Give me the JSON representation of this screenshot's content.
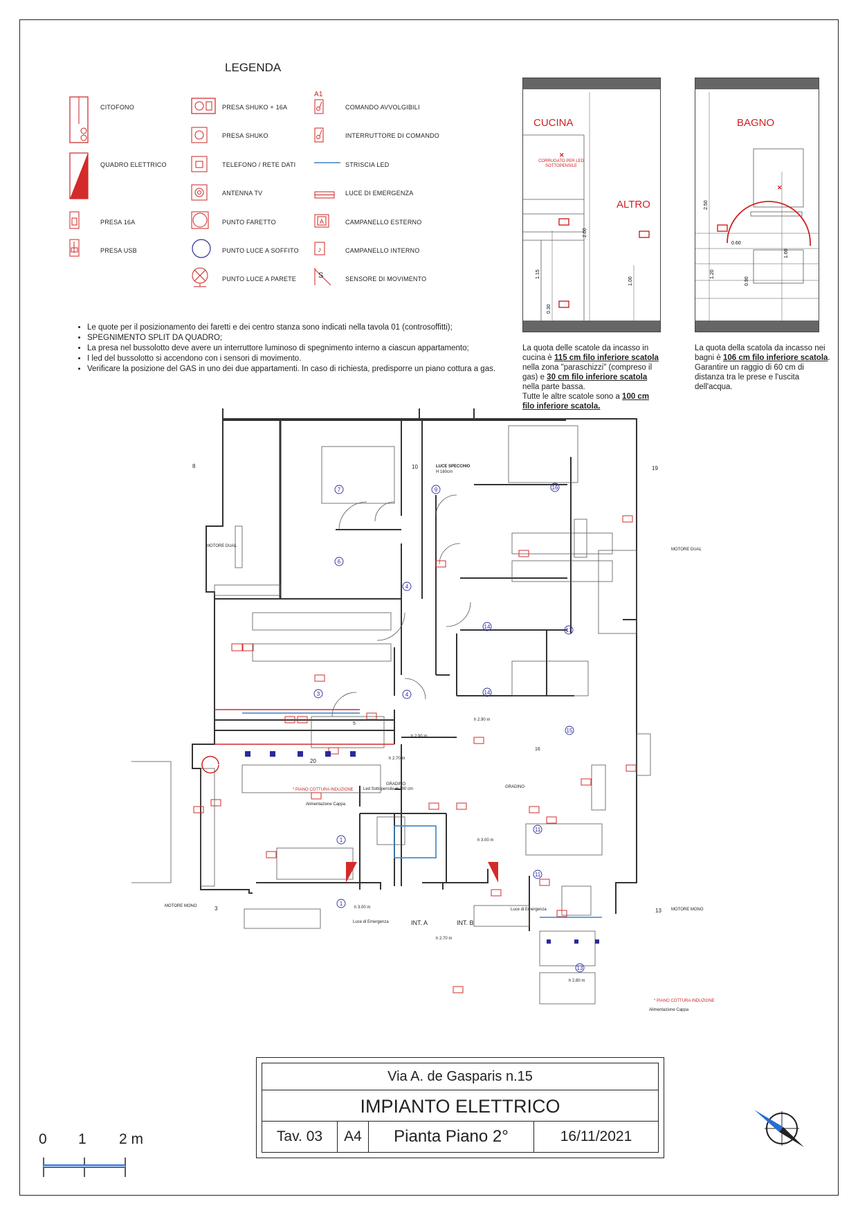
{
  "legend": {
    "title": "LEGENDA",
    "col1": [
      "CITOFONO",
      "QUADRO ELETTRICO",
      "PRESA 16A",
      "PRESA USB"
    ],
    "col2": [
      "PRESA SHUKO + 16A",
      "PRESA SHUKO",
      "TELEFONO / RETE DATI",
      "ANTENNA TV",
      "PUNTO FARETTO",
      "PUNTO LUCE A SOFFITO",
      "PUNTO LUCE A PARETE"
    ],
    "col3": [
      "COMANDO AVVOLGIBILI",
      "INTERRUTTORE DI COMANDO",
      "STRISCIA LED",
      "LUCE DI EMERGENZA",
      "CAMPANELLO ESTERNO",
      "CAMPANELLO INTERNO",
      "SENSORE DI MOVIMENTO"
    ],
    "col3_mark": "A1",
    "bell_ext_mark": "A",
    "sensor_mark": "S"
  },
  "notes": [
    "Le quote per il posizionamento dei faretti e dei centro stanza sono indicati nella tavola 01 (controsoffitti);",
    "SPEGNIMENTO SPLIT DA QUADRO;",
    "La presa nel bussolotto deve avere un interruttore luminoso di spegnimento interno a ciascun appartamento;",
    "I led del bussolotto si accendono con i sensori di movimento.",
    "Verificare la posizione del GAS in uno dei due appartamenti. In caso di richiesta, predisporre un piano cottura a gas."
  ],
  "elevations": {
    "kitchen": {
      "label": "CUCINA",
      "label2": "ALTRO",
      "note": "CORRUGATO PER LED SOTTOPENSILE",
      "dims": [
        "2.00",
        "1.15",
        "1.00",
        "0.30"
      ],
      "caption": {
        "t1": "La quota delle scatole da incasso in cucina è ",
        "b1": "115 cm filo inferiore scatola",
        "t2": " nella zona \"paraschizzi\" (compreso il gas) e ",
        "b2": "30 cm filo inferiore scatola",
        "t3": " nella parte bassa.",
        "t4": "Tutte le altre scatole sono a ",
        "b3": "100 cm filo inferiore scatola."
      }
    },
    "bath": {
      "label": "BAGNO",
      "dims": [
        "2.50",
        "0.60",
        "1.60",
        "0.90",
        "1.20"
      ],
      "caption": {
        "t1": "La quota della scatola da incasso nei bagni è ",
        "b1": "106 cm filo inferiore scatola",
        "t2": ". Garantire un raggio di 60 cm di distanza tra le prese e l'uscita dell'acqua."
      }
    }
  },
  "plan": {
    "rooms": [
      {
        "n": "7"
      },
      {
        "n": "6"
      },
      {
        "n": "4"
      },
      {
        "n": "3"
      },
      {
        "n": "4"
      },
      {
        "n": "1"
      },
      {
        "n": "1"
      },
      {
        "n": "9"
      },
      {
        "n": "16"
      },
      {
        "n": "14"
      },
      {
        "n": "17"
      },
      {
        "n": "14"
      },
      {
        "n": "15"
      },
      {
        "n": "11"
      },
      {
        "n": "11"
      },
      {
        "n": "13"
      }
    ],
    "labels": {
      "motore_dual_l": "MOTORE DUAL",
      "motore_dual_r": "MOTORE DUAL",
      "motore_mono_l": "MOTORE MONO",
      "motore_mono_r": "MOTORE MONO",
      "luce_specchio": "LUCE SPECCHIO",
      "luce_specchio_h": "H 160cm",
      "h290_l": "h 2.90 m",
      "h290_r": "h 2.90 m",
      "h270": "h 2.70 m",
      "h270b": "h 2.70 m",
      "h300_l": "h 3.00 m",
      "h300_r": "h 3.00 m",
      "h280": "h 2.80 m",
      "gradino_l": "GRADINO",
      "gradino_r": "GRADINO",
      "piano_cottura_l": "* PIANO COTTURA INDUZIONE",
      "piano_cottura_r": "* PIANO COTTURA INDUZIONE",
      "alimentazione_l": "Alimentazione Cappa",
      "alimentazione_r": "Alimentazione Cappa",
      "led_sotto": "Led Sottopensile H 200 cm",
      "luce_em_l": "Luce di Emergenza",
      "luce_em_r": "Luce di Emergenza",
      "int_a": "INT. A",
      "int_b": "INT. B",
      "n8": "8",
      "n19": "19",
      "n3": "3",
      "n13": "13",
      "n10": "10",
      "n20": "20",
      "n5": "5",
      "n16": "16"
    }
  },
  "title_block": {
    "address": "Via A. de Gasparis n.15",
    "title": "IMPIANTO ELETTRICO",
    "sheet": "Tav. 03",
    "format": "A4",
    "subject": "Pianta Piano 2°",
    "date": "16/11/2021"
  },
  "scale": {
    "labels": [
      "0",
      "1",
      "2 m"
    ]
  },
  "colors": {
    "accent": "#d42a2a",
    "wall": "#333333",
    "led": "#3b82c4",
    "soffitto": "#2a2a9a"
  }
}
